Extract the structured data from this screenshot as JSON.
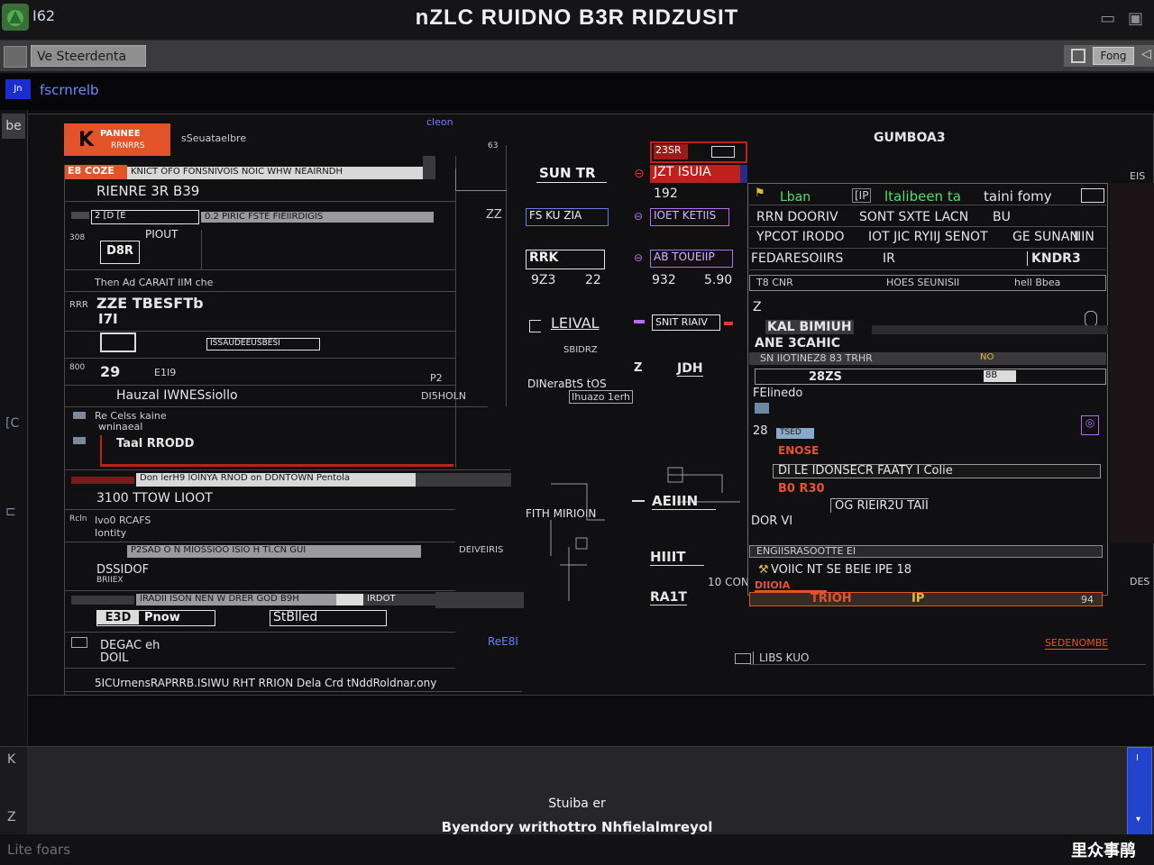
{
  "window": {
    "app_number": "I62",
    "title": "nZLC RUIDNO B3R RIDZUSIT",
    "top_right_icons": [
      "monitor-icon",
      "window-icon"
    ]
  },
  "toolbar": {
    "field_value": "Ve Steerdenta",
    "right_button": "Fong"
  },
  "bar2": {
    "icon_label": "Jn",
    "label": "fscrnrelb"
  },
  "leftstrip": {
    "top_label": "be"
  },
  "workspace": {
    "top_label": "cleon",
    "panel_left": {
      "badge_line1": "PANNEE",
      "badge_line2": "RRNRRS",
      "badge_side": "sSeuataelbre",
      "row_tag": "E8 COZE",
      "row_bar": "KNICT OFO FONSNIVOIS NOIC WHW NEAIRNDH",
      "title_a": "RIENRE 3R B39",
      "bar2_a": "2 [D [E",
      "bar2_b": "0.2 PIRIC FSTE FIEIIRDIGIS",
      "side_num": "308",
      "plout": "PIOUT",
      "box_d8r": "D8R",
      "then_line": "Then Ad CARAIT IIM che",
      "rrr": "RRR",
      "big_label": "ZZE TBESFTb",
      "big_sub": "I7I",
      "boxed_wide": "ISSAUDEEUSBESI",
      "small_800": "800",
      "row_29": "29",
      "row_29_sub": "E1I9",
      "hrow_label": "Hauzal IWNESsiollo",
      "hrow_right": "DI5HOLN",
      "p2": "P2",
      "rb_cells": "Re Celss kaine",
      "rb_sub": "wninaeal",
      "rb_red": "Taal RRODD",
      "long_bar": "Don lerH9 lOlNYA RNOD on DDNTOWN Pentola",
      "row_3100": "3100 TTOW LIOOT",
      "kelp_label": "Rcln",
      "kelp_val": "Ivo0 RCAFS",
      "kelp_sub": "Iontity",
      "bar_mid": "P2SAD O N MIOSSIOO ISIO H TI.CN GUI",
      "bar_mid_right": "DEIVEIRIS",
      "tes_label": "DSSIDOF",
      "tes_sub": "BRIIEX",
      "bar_last": "IRADII ISON NEN W DRER GOD B9H",
      "bar_last_right": "IRDOT",
      "btn_pnow": "Pnow",
      "btn_pnow_tag": "E3D",
      "btn_stillen": "StBlled",
      "desac": "DEGAC eh",
      "desac_sub": "DOIL",
      "footer_line": "5ICUrnensRAPRRB.ISIWU RHT RRION Dela Crd tNddRoldnar.ony"
    },
    "col_mid": {
      "label_mid": "63",
      "btn_sun": "SUN TR",
      "zz": "ZZ",
      "fsu": "FS KU ZIA",
      "rrk": "RRK",
      "v93": "9Z3",
      "v22": "22",
      "level": "LEIVAL",
      "level_sub": "SBIDRZ",
      "dinera": "DINeraBtS tOS",
      "dinera_sub": "Ihuazo 1erh",
      "fith": "FITH",
      "mirion": "MIRIOIN",
      "fg_text": "10 CON"
    },
    "col_red": {
      "top_box": "23SR",
      "red_bar": "JZT ISUIA",
      "v192": "192",
      "purple_box": "IOET KETIIS",
      "purple_box2": "AB TOUEIIP",
      "v932": "932",
      "v590": "5.90",
      "btn_sar": "SNIT RIAIV",
      "num_z": "Z",
      "jdh": "JDH",
      "aeiiin": "AEIIIN",
      "hiiit": "HIIIT",
      "rau": "RA1T"
    },
    "panel_right": {
      "header": "GUMBOA3",
      "side_num": "EIS",
      "r1_green": "Lban",
      "r1_text": "ltalibeen ta",
      "r1_text2": "taini fomy",
      "r2": "RRN DOORIV",
      "r2b": "SONT SXTE LACN",
      "r2c": "BU",
      "r3": "YPCOT IRODO",
      "r3b": "IOT JIC RYIIJ SENOT",
      "r3c": "GE SUNAN",
      "r3d": "IIIN",
      "r4": "FEDARESOIIRS",
      "r4b": "IR",
      "r4c": "KNDR3",
      "r5": "T8 CNR",
      "r5b": "HOES SEUNISII",
      "r5c": "hell Bbea",
      "z": "Z",
      "kal": "KAL BIMIUH",
      "ane": "ANE 3CAHIC",
      "row_h": "SN IIOTINEZ8 83 TRHR",
      "row_h_tag": "NO",
      "row_z": "28ZS",
      "row_z_tag": "8B",
      "fe": "FElinedo",
      "num28": "28",
      "pill": "TSED",
      "tag_yellow": "ENOSE",
      "rbar": "DI LE IDONSECR FAATY I Colie",
      "rbar_sub": "B0 R30",
      "rbar_sub2": "OG RIEIR2U TAII",
      "dom": "DOR VI",
      "search": "ENGIISRASOOTTE EI",
      "rs": "VOIIC NT SE BEIE IPE 18",
      "rs_tag": "DIIOIA",
      "orange_bar": "TRIOH",
      "orange_bar_b": "IP",
      "orange_num": "94",
      "d_tag": "DES",
      "link_orange": "SEDENOMBE",
      "foot_label": "LIBS KUO"
    },
    "mid_blue_label": "ReE8I"
  },
  "bottom": {
    "msg1": "Stuiba er",
    "msg2": "Byendory writhottro Nhfielalmreyol",
    "left_icon1": "K",
    "left_icon2": "Z",
    "scroll_label": "I"
  },
  "status": {
    "text": "Lite foars"
  },
  "watermark": {
    "text": "里众事鹃"
  }
}
